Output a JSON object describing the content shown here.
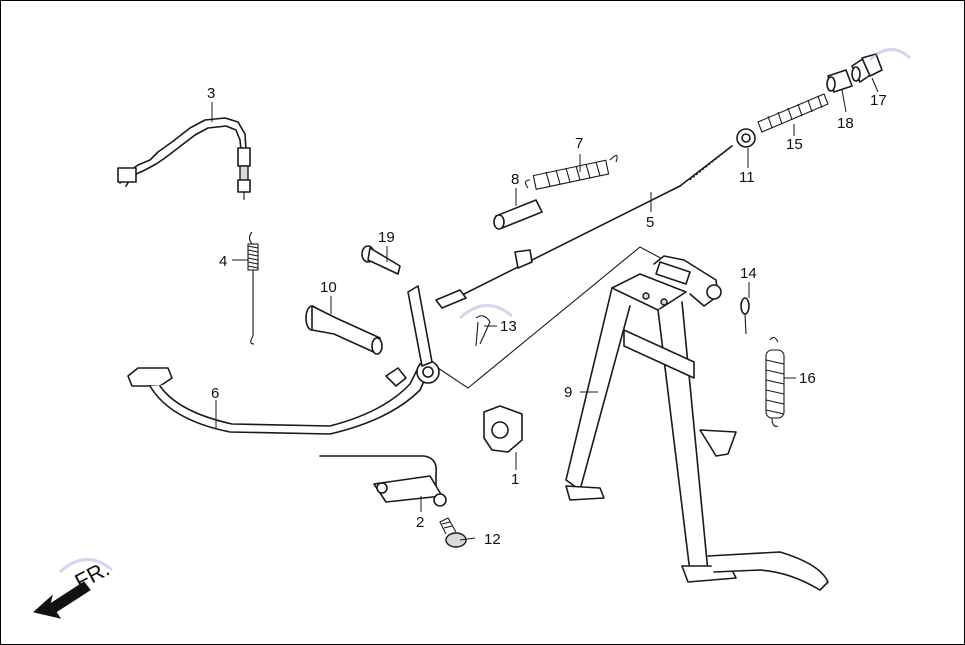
{
  "direction_label": "FR.",
  "callouts": {
    "p1": "1",
    "p2": "2",
    "p3": "3",
    "p4": "4",
    "p5": "5",
    "p6": "6",
    "p7": "7",
    "p8": "8",
    "p9": "9",
    "p10": "10",
    "p11": "11",
    "p12": "12",
    "p13": "13",
    "p14": "14",
    "p15": "15",
    "p16": "16",
    "p17": "17",
    "p18": "18",
    "p19": "19"
  },
  "colors": {
    "line": "#1a1a1a",
    "watermark": "#7a8cc8"
  }
}
